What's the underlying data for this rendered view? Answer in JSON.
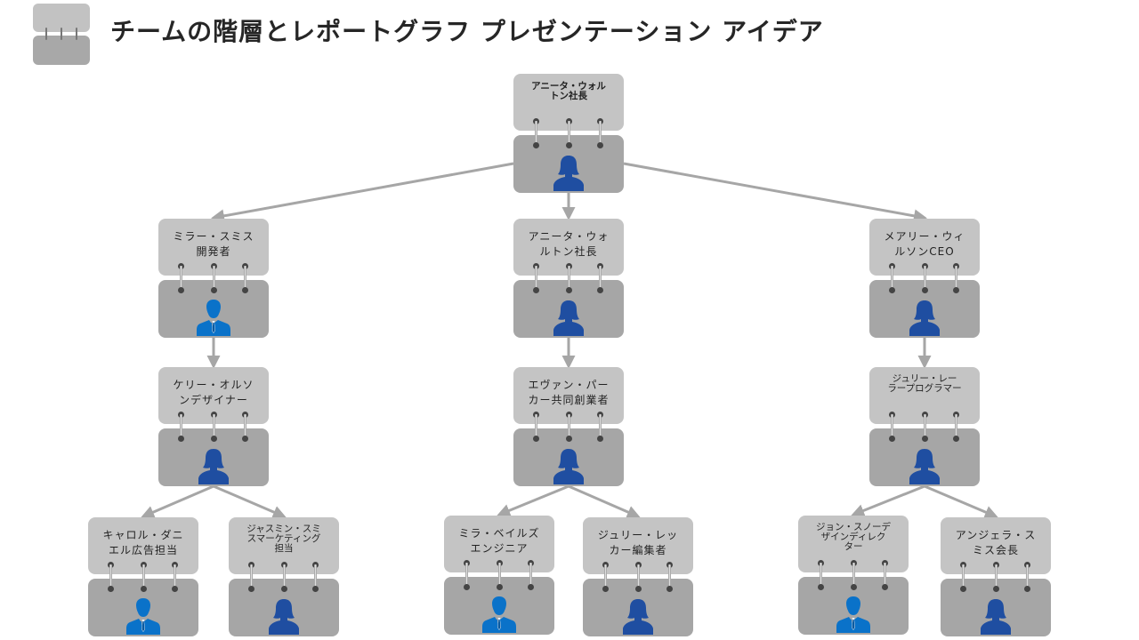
{
  "header": {
    "title": "チームの階層とレポートグラフ プレゼンテーション アイデア",
    "logo_icon": "notebook-binder-icon"
  },
  "colors": {
    "card_top": "#c4c4c4",
    "card_bottom": "#a6a6a6",
    "connector": "#a6a6a6",
    "female_icon": "#1f4ea1",
    "male_icon": "#0a72c9"
  },
  "nodes": [
    {
      "id": "root",
      "label": "アニータ・ウォルトン社長",
      "gender": "female",
      "parent": null
    },
    {
      "id": "l1a",
      "label": "ミラー・スミス開発者",
      "gender": "male",
      "parent": "root"
    },
    {
      "id": "l1b",
      "label": "アニータ・ウォルトン社長",
      "gender": "female",
      "parent": "root"
    },
    {
      "id": "l1c",
      "label": "メアリー・ウィルソンCEO",
      "gender": "female",
      "parent": "root"
    },
    {
      "id": "l2a",
      "label": "ケリー・オルソンデザイナー",
      "gender": "female",
      "parent": "l1a"
    },
    {
      "id": "l2b",
      "label": "エヴァン・パーカー共同創業者",
      "gender": "female",
      "parent": "l1b"
    },
    {
      "id": "l2c",
      "label": "ジュリー・レーラープログラマー",
      "gender": "female",
      "parent": "l1c"
    },
    {
      "id": "l3a",
      "label": "キャロル・ダニエル広告担当",
      "gender": "male",
      "parent": "l2a"
    },
    {
      "id": "l3b",
      "label": "ジャスミン・スミスマーケティング担当",
      "gender": "female",
      "parent": "l2a"
    },
    {
      "id": "l3c",
      "label": "ミラ・ベイルズエンジニア",
      "gender": "male",
      "parent": "l2b"
    },
    {
      "id": "l3d",
      "label": "ジュリー・レッカー編集者",
      "gender": "female",
      "parent": "l2b"
    },
    {
      "id": "l3e",
      "label": "ジョン・スノーデザインディレクター",
      "gender": "male",
      "parent": "l2c"
    },
    {
      "id": "l3f",
      "label": "アンジェラ・スミス会長",
      "gender": "female",
      "parent": "l2c"
    }
  ]
}
